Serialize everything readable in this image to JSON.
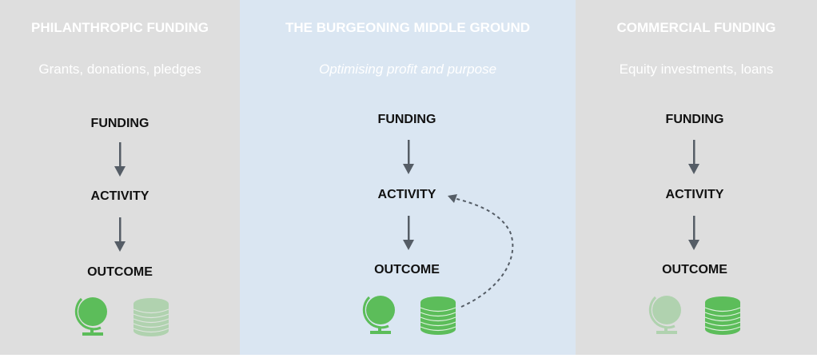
{
  "columns": [
    {
      "title": "PHILANTHROPIC FUNDING",
      "subtitle": "Grants, donations, pledges",
      "steps": [
        "FUNDING",
        "ACTIVITY",
        "OUTCOME"
      ]
    },
    {
      "title": "THE BURGEONING MIDDLE GROUND",
      "subtitle": "Optimising profit and purpose",
      "steps": [
        "FUNDING",
        "ACTIVITY",
        "OUTCOME"
      ]
    },
    {
      "title": "COMMERCIAL FUNDING",
      "subtitle": "Equity investments, loans",
      "steps": [
        "FUNDING",
        "ACTIVITY",
        "OUTCOME"
      ]
    }
  ],
  "colors": {
    "green": "#5cbd5a",
    "arrow": "#555d66",
    "left_bg": "#dedede",
    "middle_bg": "#dae6f2"
  }
}
